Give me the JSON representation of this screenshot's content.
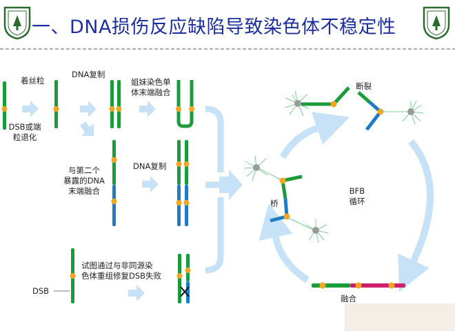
{
  "title": "一、DNA损伤反应缺陷导致染色体不稳定性",
  "labels": {
    "telomere": "着丝粒",
    "dsb_or_erosion": [
      "DSB或端",
      "粒退化"
    ],
    "dna_replication_top": "DNA复制",
    "sister_fusion": [
      "姐妹染色单",
      "体末端融合"
    ],
    "second_end_fusion": [
      "与第二个",
      "暴露的DNA",
      "末端融合"
    ],
    "dna_replication_mid": "DNA复制",
    "nhej_fail": [
      "试图通过与非同源染",
      "色体重组修复DSB失败"
    ],
    "dsb": "DSB",
    "breakage": "断裂",
    "bfb_cycle": [
      "BFB",
      "循环"
    ],
    "bridge": "桥",
    "fusion": "融合"
  },
  "colors": {
    "title": "#1d2f9e",
    "green": "#1a9b3c",
    "blue": "#1e7bc4",
    "magenta": "#cf1e6e",
    "orange": "#f5a623",
    "arrow": "#c7e2f6",
    "divider": "#7a7a7a",
    "seal": "#2c6b2f"
  },
  "icons": [
    "left-seal-icon",
    "right-seal-icon",
    "centromere-dot-icon",
    "spindle-pole-icon",
    "fusion-x-icon",
    "process-arrow-icon"
  ]
}
